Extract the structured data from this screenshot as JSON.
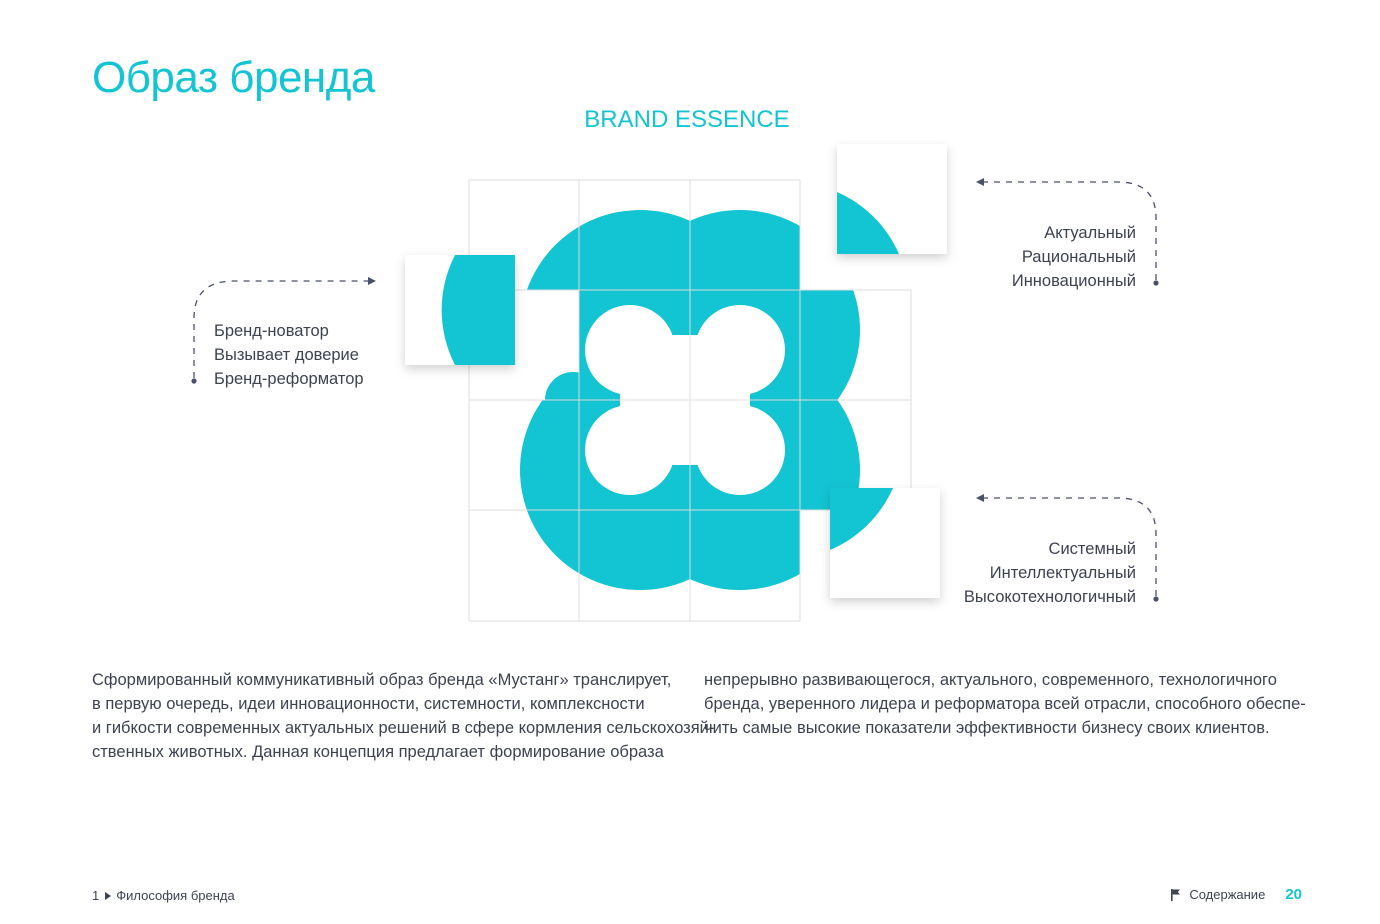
{
  "page": {
    "title": "Образ бренда",
    "accent_color": "#13c4d2",
    "text_color": "#3d4250"
  },
  "essence": {
    "title": "BRAND ESSENCE"
  },
  "annotations": {
    "left": [
      "Бренд-новатор",
      "Вызывает доверие",
      "Бренд-реформатор"
    ],
    "top_right": [
      "Актуальный",
      "Рациональный",
      "Инновационный"
    ],
    "bottom_right": [
      "Системный",
      "Интеллектуальный",
      "Высокотехнологичный"
    ]
  },
  "body": {
    "left": [
      "Сформированный коммуникативный образ бренда «Мустанг» транслирует,",
      "в первую очередь, идеи инновационности, системности, комплексности",
      "и гибкости современных актуальных решений в сфере кормления сельскохозяй-",
      "ственных животных. Данная концепция предлагает формирование образа"
    ],
    "right": [
      "непрерывно развивающегося, актуального, современного, технологичного",
      "бренда, уверенного лидера и реформатора всей отрасли, способного обеспе-",
      "чить самые высокие показатели эффективности бизнесу своих клиентов."
    ]
  },
  "footer": {
    "chapter_number": "1",
    "chapter_title": "Философия бренда",
    "contents_label": "Содержание",
    "contents_icon": "flag-icon",
    "page_number": "20"
  }
}
